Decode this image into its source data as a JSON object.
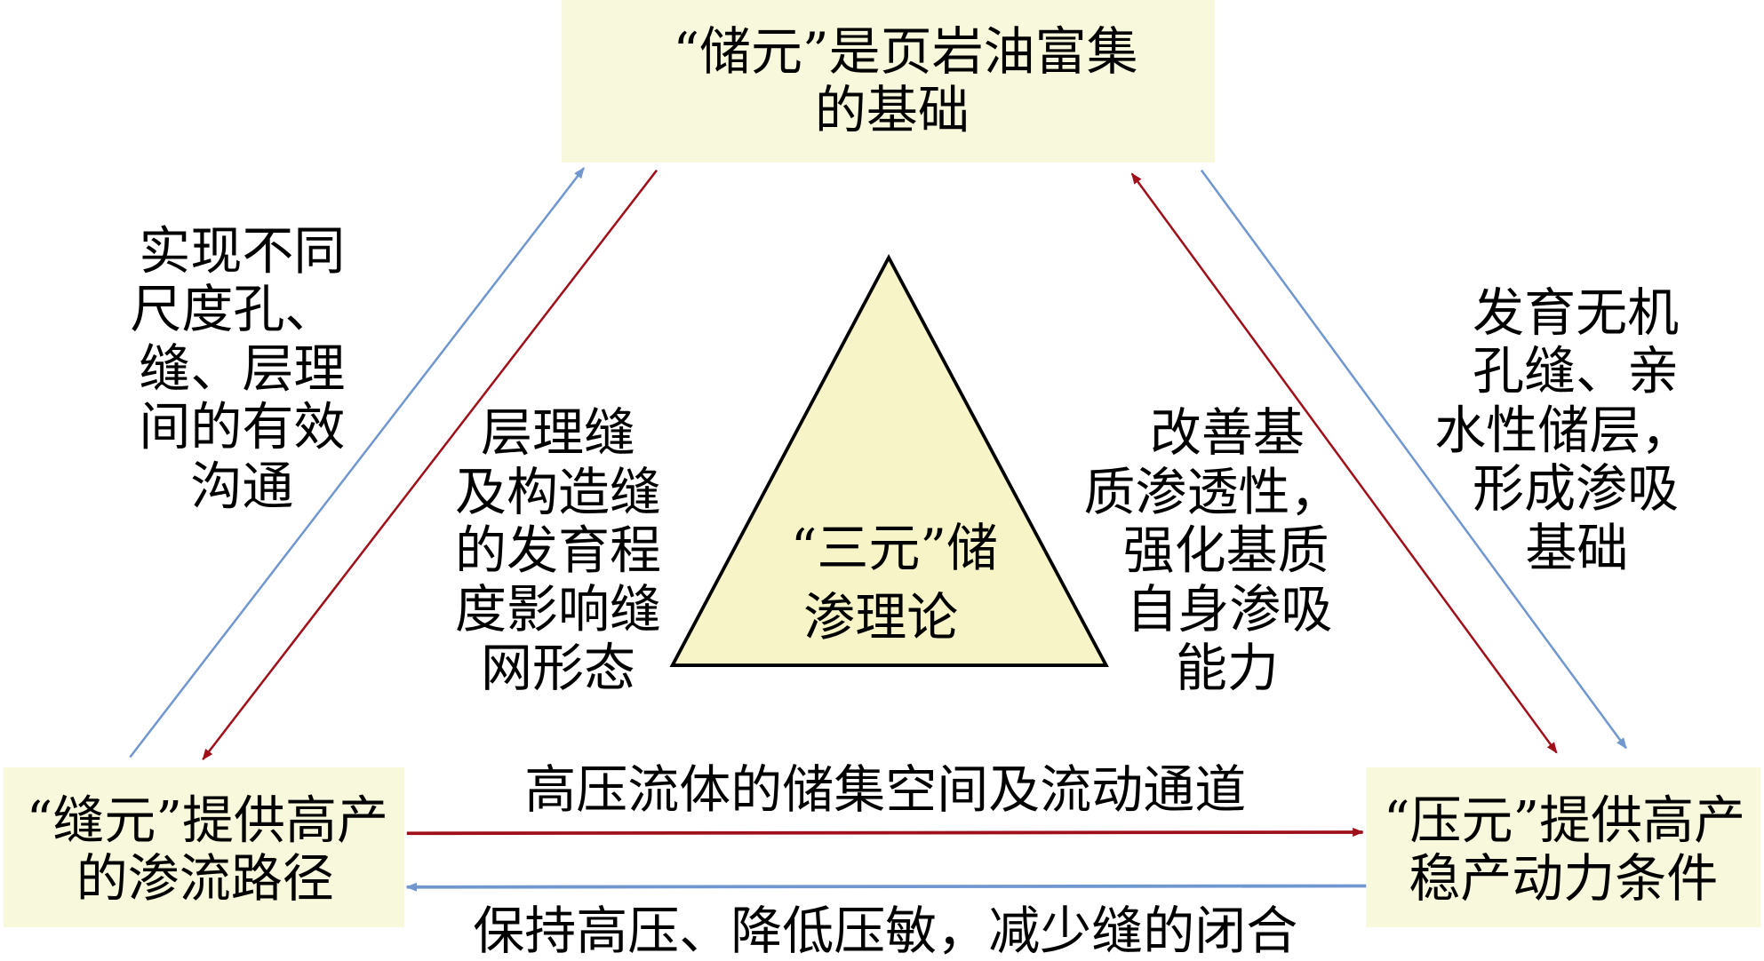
{
  "colors": {
    "box_fill": "#f8f8dc",
    "triangle_fill": "#f7f4c8",
    "red_arrow": "#a0101a",
    "blue_arrow": "#7097d0"
  },
  "top_box": {
    "lines": [
      "“储元”是页岩油富集",
      "的基础"
    ]
  },
  "left_box": {
    "lines": [
      "“缝元”提供高产",
      "的渗流路径"
    ]
  },
  "right_box": {
    "lines": [
      "“压元”提供高产",
      "稳产动力条件"
    ]
  },
  "center_triangle": {
    "lines": [
      "“三元”储",
      "渗理论"
    ]
  },
  "left_outer_text": {
    "lines": [
      "实现不同",
      "尺度孔、",
      "缝、层理",
      "间的有效",
      "沟通"
    ]
  },
  "left_inner_text": {
    "lines": [
      "层理缝",
      "及构造缝",
      "的发育程",
      "度影响缝",
      "网形态"
    ]
  },
  "right_inner_text": {
    "lines": [
      "改善基",
      "质渗透性，",
      "强化基质",
      "自身渗吸",
      "能力"
    ]
  },
  "right_outer_text": {
    "lines": [
      "发育无机",
      "孔缝、亲",
      "水性储层，",
      "形成渗吸",
      "基础"
    ]
  },
  "bottom_top_label": "高压流体的储集空间及流动通道",
  "bottom_bottom_label": "保持高压、降低压敏，减少缝的闭合"
}
